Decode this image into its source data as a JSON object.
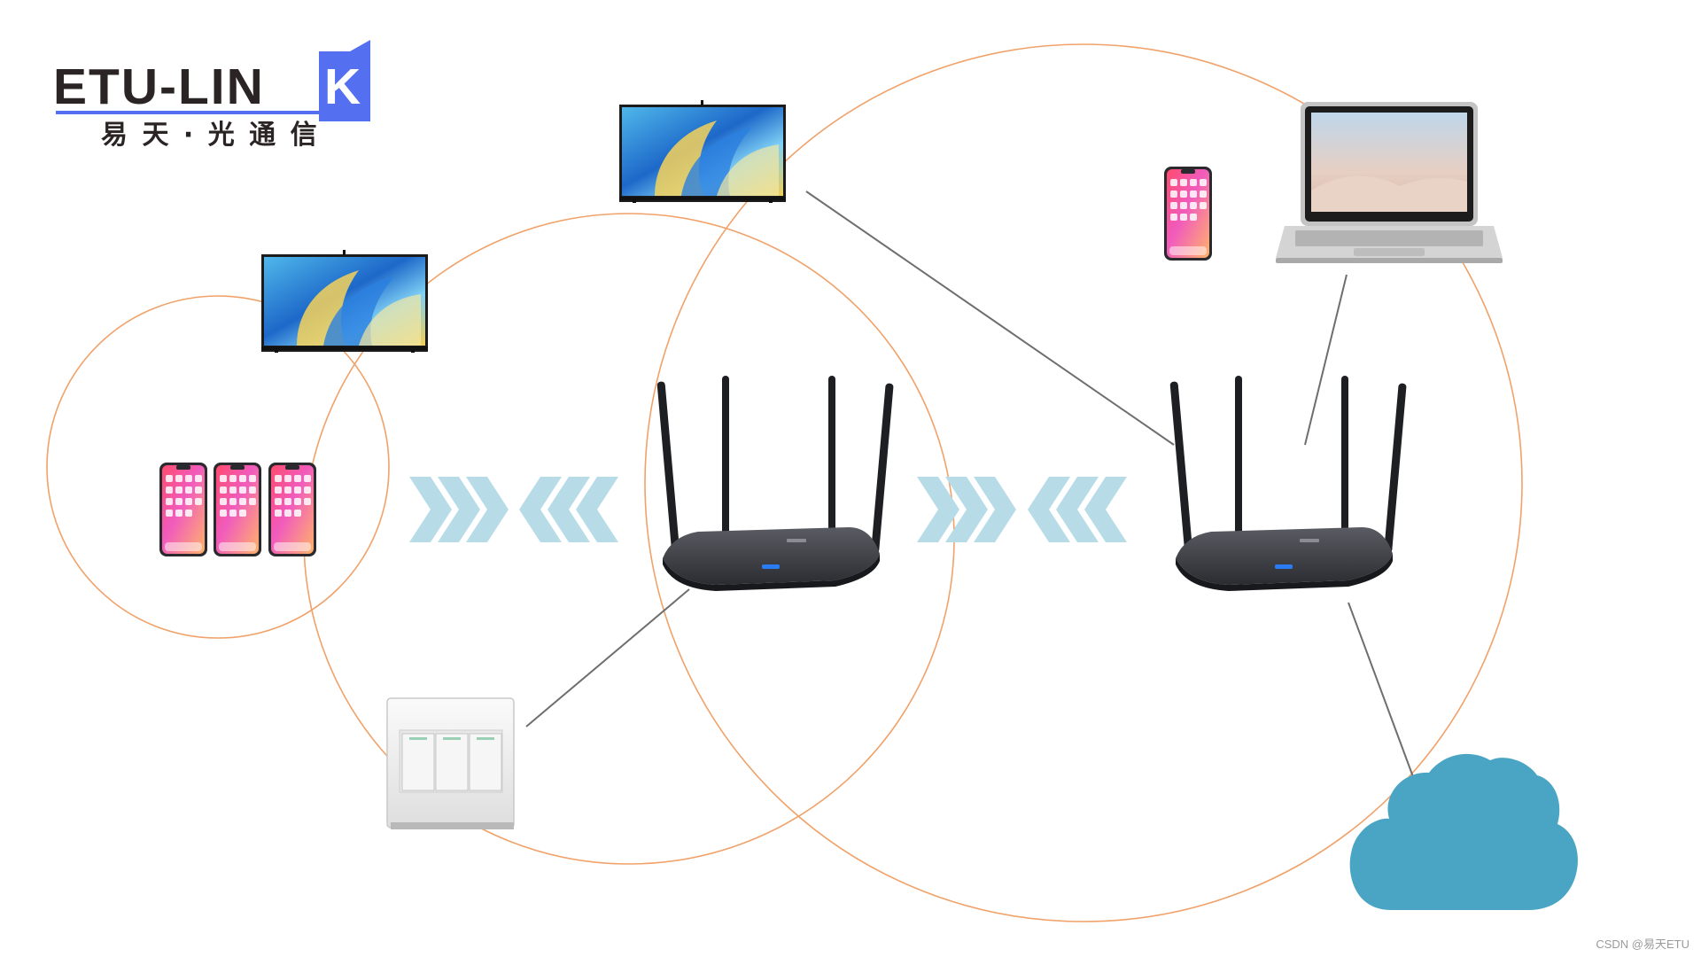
{
  "logo": {
    "main_text": "ETU-LIN",
    "k_letter": "K",
    "subtitle": "易 天 · 光 通 信",
    "colors": {
      "text": "#2b2424",
      "accent": "#5470f0",
      "accent_dark": "#2f4fd8"
    }
  },
  "watermark": "CSDN @易天ETU",
  "colors": {
    "circle_stroke": "#f0a26a",
    "link_line": "#6e6e6e",
    "chevron": "#b7dce8",
    "cloud": "#4aa5c4",
    "router_body": "#3b3d44",
    "router_led": "#2a7cf5"
  },
  "icons": {
    "tv": "tv-icon",
    "phone": "smartphone-icon",
    "laptop": "laptop-icon",
    "router": "wifi-router-icon",
    "switch": "wall-switch-icon",
    "cloud": "cloud-icon",
    "chevrons_right": "chevrons-right-icon",
    "chevrons_left": "chevrons-left-icon"
  }
}
